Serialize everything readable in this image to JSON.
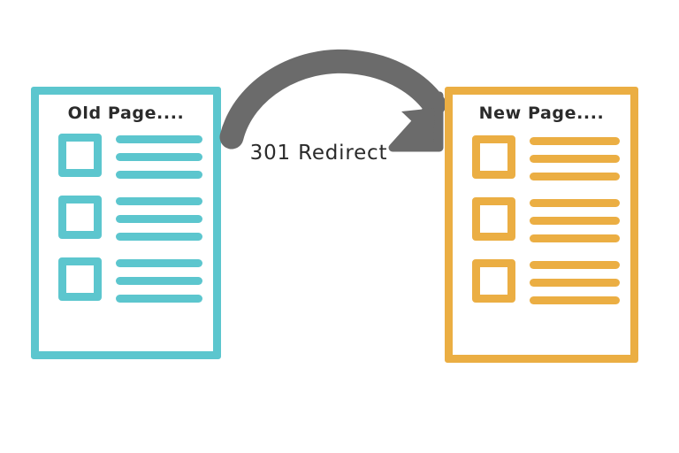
{
  "background_color": "#ffffff",
  "diagram": {
    "title_text": "301 Redirect",
    "colors": {
      "old_page": "#5cc6ce",
      "new_page": "#ebae43",
      "arrow": "#6b6b6b",
      "text": "#2b2b2b",
      "background": "#ffffff"
    },
    "arrow": {
      "icon_name": "curved-right-arrow-icon",
      "color": "#6b6b6b",
      "direction": "left-to-right-curved-down"
    },
    "label": {
      "text": "301 Redirect"
    },
    "old_page": {
      "title": "Old Page....",
      "accent_color": "#5cc6ce",
      "rows": [
        {
          "checkbox": "unchecked",
          "lines": [
            1,
            2,
            3
          ]
        },
        {
          "checkbox": "unchecked",
          "lines": [
            1,
            2,
            3
          ]
        },
        {
          "checkbox": "unchecked",
          "lines": [
            1,
            2,
            3
          ]
        }
      ]
    },
    "new_page": {
      "title": "New Page....",
      "accent_color": "#ebae43",
      "rows": [
        {
          "checkbox": "unchecked",
          "lines": [
            1,
            2,
            3
          ]
        },
        {
          "checkbox": "unchecked",
          "lines": [
            1,
            2,
            3
          ]
        },
        {
          "checkbox": "unchecked",
          "lines": [
            1,
            2,
            3
          ]
        }
      ]
    }
  }
}
